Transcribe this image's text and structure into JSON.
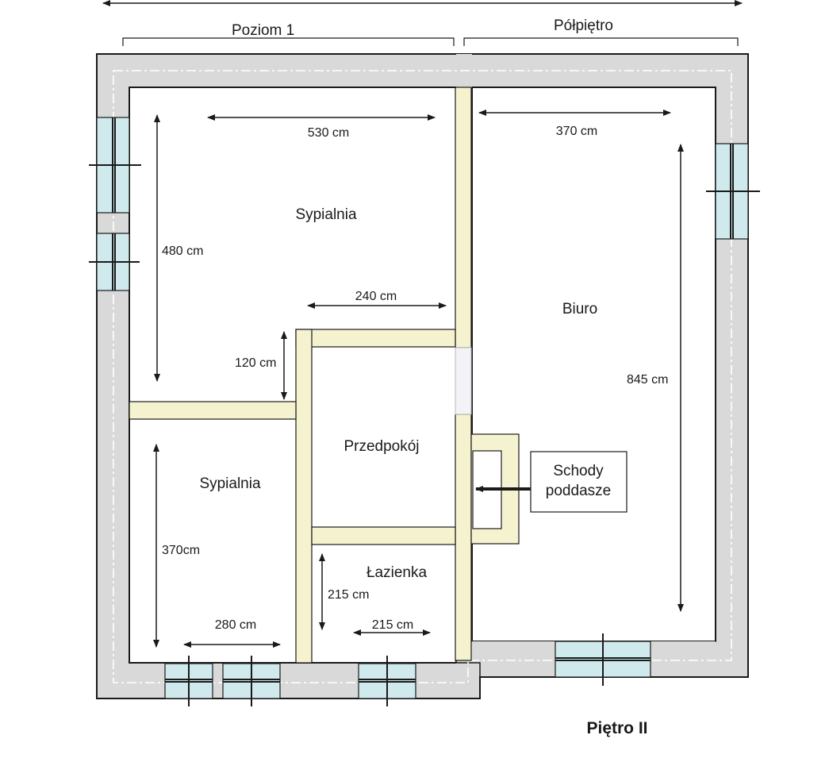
{
  "headers": {
    "level1": "Poziom 1",
    "mezzanine": "Półpiętro"
  },
  "rooms": {
    "bedroom_top": "Sypialnia",
    "bedroom_bottom": "Sypialnia",
    "office": "Biuro",
    "hallway": "Przedpokój",
    "bathroom": "Łazienka"
  },
  "stairs": {
    "line1": "Schody",
    "line2": "poddasze"
  },
  "dimensions": {
    "bedroom_top_width": "530 cm",
    "bedroom_top_height": "480 cm",
    "hallway_offset_width": "240 cm",
    "hallway_offset_height": "120 cm",
    "office_width": "370 cm",
    "office_height": "845 cm",
    "bedroom_bottom_height": "370cm",
    "bedroom_bottom_width": "280 cm",
    "bathroom_height": "215 cm",
    "bathroom_width": "215 cm"
  },
  "floor_label": "Piętro II",
  "colors": {
    "wall": "#d9d9d9",
    "partition": "#f5f3cf",
    "window": "#cfe9ec",
    "outline": "#1a1a1a"
  }
}
